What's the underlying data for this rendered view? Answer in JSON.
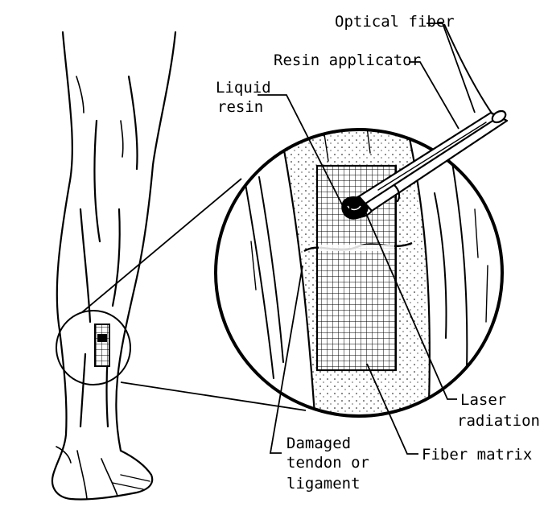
{
  "labels": {
    "optical_fiber": "Optical fiber",
    "resin_applicator": "Resin applicator",
    "liquid_resin_1": "Liquid",
    "liquid_resin_2": "resin",
    "laser_radiation_1": "Laser",
    "laser_radiation_2": "radiation",
    "damaged_1": "Damaged",
    "damaged_2": "tendon or",
    "damaged_3": "ligament",
    "fiber_matrix": "Fiber matrix"
  }
}
